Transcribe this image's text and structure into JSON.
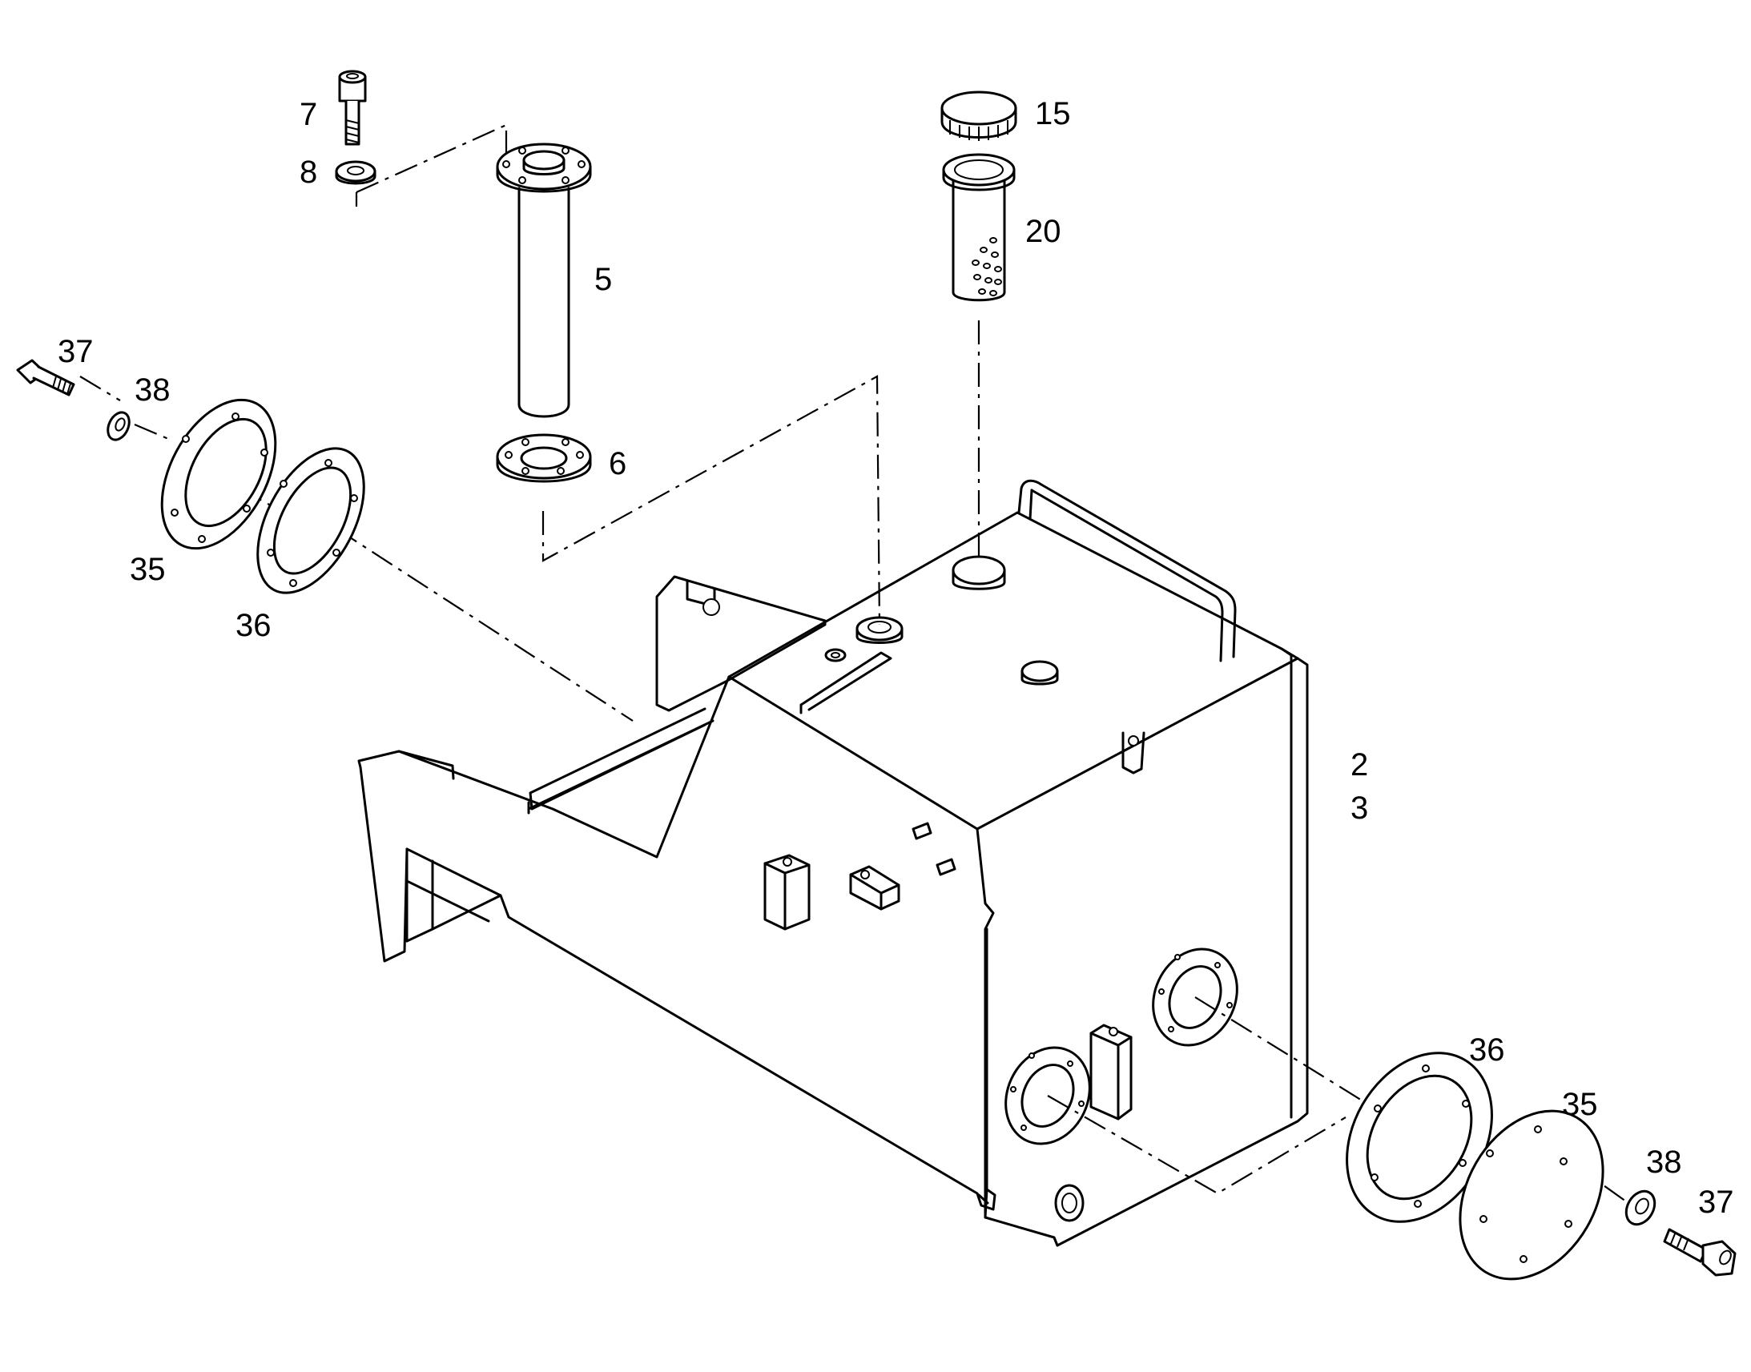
{
  "callouts": {
    "c7": "7",
    "c8": "8",
    "c5": "5",
    "c6": "6",
    "c15": "15",
    "c20": "20",
    "c37_left": "37",
    "c38_left": "38",
    "c35_left": "35",
    "c36_left": "36",
    "c2": "2",
    "c3": "3",
    "c36_right": "36",
    "c35_right": "35",
    "c38_right": "38",
    "c37_right": "37"
  }
}
